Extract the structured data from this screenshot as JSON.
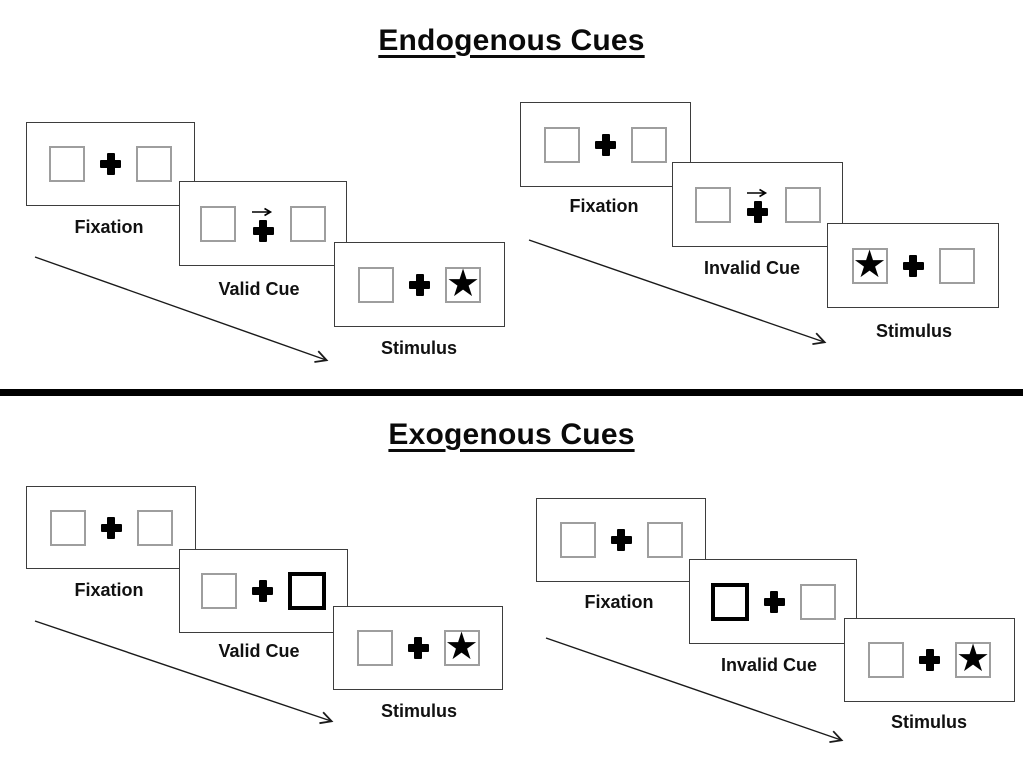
{
  "colors": {
    "background": "#ffffff",
    "ink": "#000000",
    "panel_border": "#3d3d3d",
    "placeholder_box_border": "#9e9e9e",
    "cue_highlight_border": "#000000"
  },
  "icons": {
    "fixation_cross": "+",
    "cue_direction_arrow": "→",
    "target_star": "★"
  },
  "sections": [
    {
      "title": "Endogenous Cues",
      "cue_type": "central-arrow",
      "sequences": [
        {
          "name": "valid",
          "cue_direction": "right",
          "target_side": "right",
          "panels": [
            {
              "label": "Fixation"
            },
            {
              "label": "Valid Cue"
            },
            {
              "label": "Stimulus"
            }
          ]
        },
        {
          "name": "invalid",
          "cue_direction": "right",
          "target_side": "left",
          "panels": [
            {
              "label": "Fixation"
            },
            {
              "label": "Invalid Cue"
            },
            {
              "label": "Stimulus"
            }
          ]
        }
      ]
    },
    {
      "title": "Exogenous Cues",
      "cue_type": "peripheral-box-highlight",
      "sequences": [
        {
          "name": "valid",
          "cue_side": "right",
          "target_side": "right",
          "panels": [
            {
              "label": "Fixation"
            },
            {
              "label": "Valid Cue"
            },
            {
              "label": "Stimulus"
            }
          ]
        },
        {
          "name": "invalid",
          "cue_side": "left",
          "target_side": "right",
          "panels": [
            {
              "label": "Fixation"
            },
            {
              "label": "Invalid Cue"
            },
            {
              "label": "Stimulus"
            }
          ]
        }
      ]
    }
  ]
}
